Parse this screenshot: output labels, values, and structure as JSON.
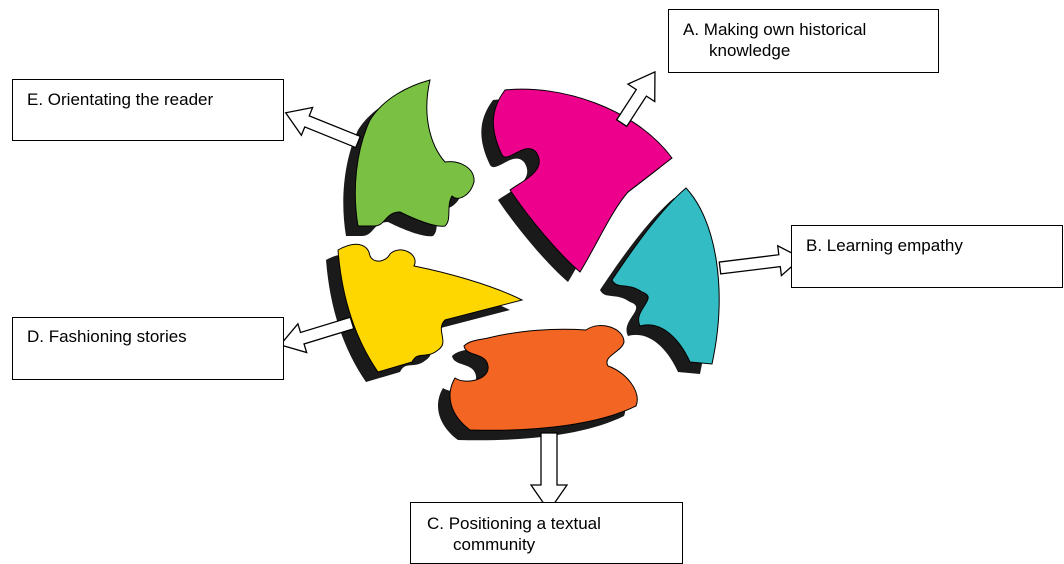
{
  "colors": {
    "piece_a": "#EC008C",
    "piece_b": "#33BCC4",
    "piece_c": "#F26522",
    "piece_d": "#FFD700",
    "piece_e": "#7AC143",
    "shadow": "#1a1a1a",
    "arrow_fill": "#ffffff",
    "outline": "#000000"
  },
  "labels": {
    "a": {
      "line1": "A. Making own historical",
      "line2": "knowledge"
    },
    "b": {
      "line1": "B. Learning  empathy"
    },
    "c": {
      "line1": "C. Positioning a textual",
      "line2": "community"
    },
    "d": {
      "line1": "D. Fashioning stories"
    },
    "e": {
      "line1": "E. Orientating the  reader"
    }
  }
}
